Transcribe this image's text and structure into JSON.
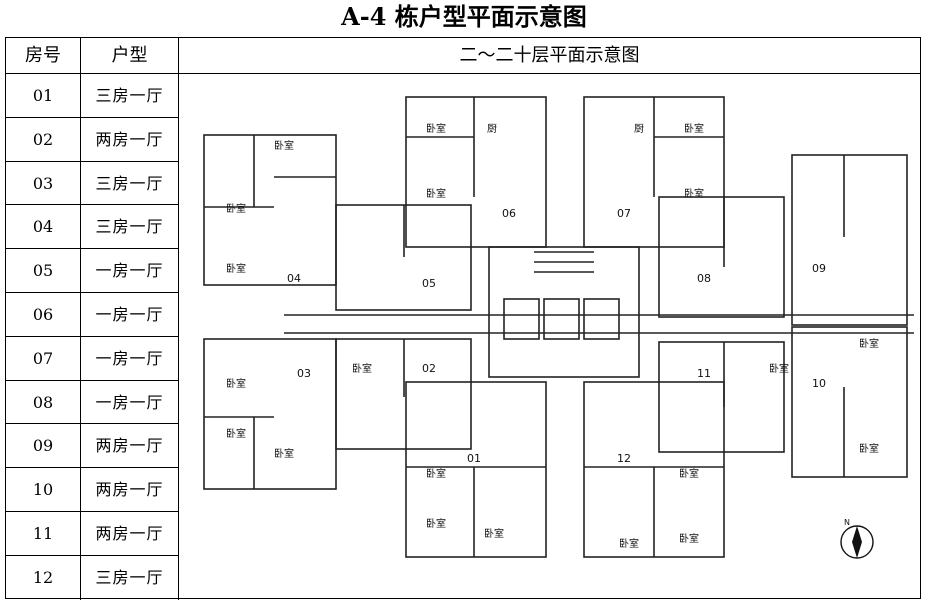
{
  "title": "A-4 栋户型平面示意图",
  "table": {
    "header_room": "房号",
    "header_type": "户型",
    "header_plan": "二～二十层平面示意图",
    "rows": [
      {
        "no": "01",
        "type": "三房一厅"
      },
      {
        "no": "02",
        "type": "两房一厅"
      },
      {
        "no": "03",
        "type": "三房一厅"
      },
      {
        "no": "04",
        "type": "三房一厅"
      },
      {
        "no": "05",
        "type": "一房一厅"
      },
      {
        "no": "06",
        "type": "一房一厅"
      },
      {
        "no": "07",
        "type": "一房一厅"
      },
      {
        "no": "08",
        "type": "一房一厅"
      },
      {
        "no": "09",
        "type": "两房一厅"
      },
      {
        "no": "10",
        "type": "两房一厅"
      },
      {
        "no": "11",
        "type": "两房一厅"
      },
      {
        "no": "12",
        "type": "三房一厅"
      }
    ]
  },
  "plan": {
    "bedroom_label": "卧室",
    "kitchen_label": "厨",
    "compass_letter": "N",
    "units": [
      "01",
      "02",
      "03",
      "04",
      "05",
      "06",
      "07",
      "08",
      "09",
      "10",
      "11",
      "12"
    ]
  }
}
